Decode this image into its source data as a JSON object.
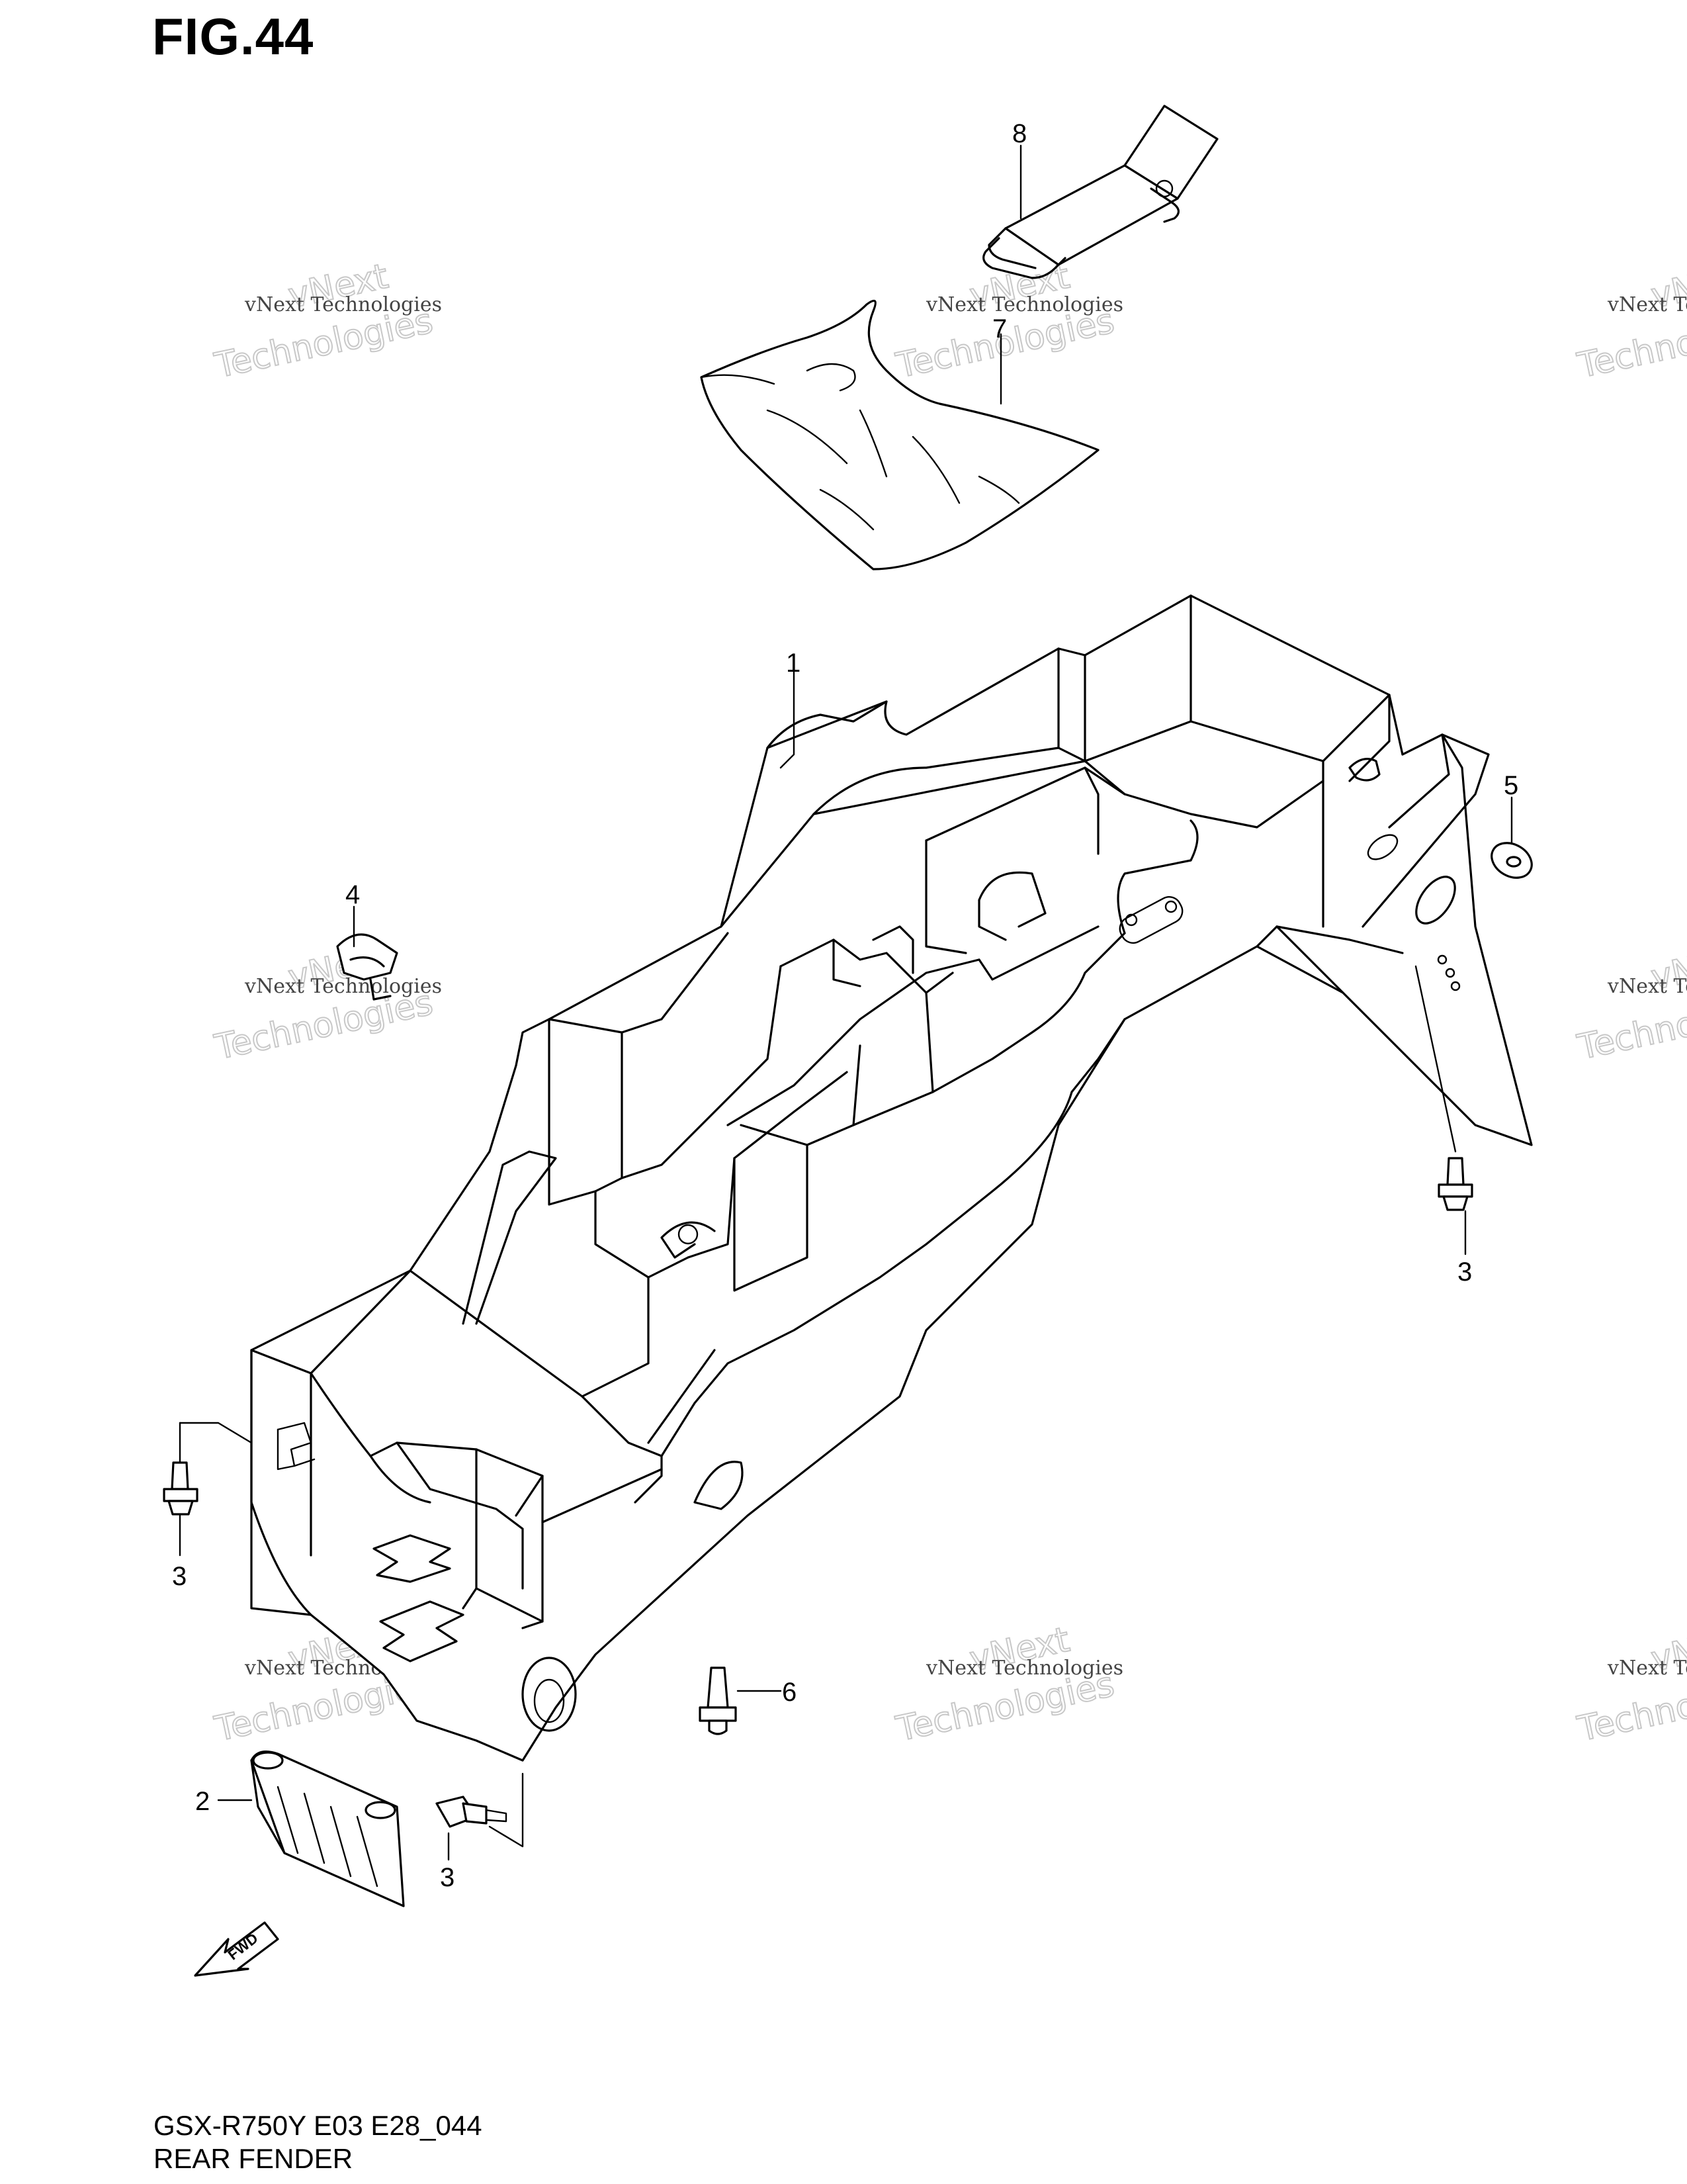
{
  "figure": {
    "title": "FIG.44"
  },
  "footer": {
    "model_code": "GSX-R750Y E03 E28_044",
    "section_name": "REAR FENDER"
  },
  "callouts": [
    {
      "id": "1",
      "label": "1",
      "part": "rear fender"
    },
    {
      "id": "2",
      "label": "2",
      "part": "reflector"
    },
    {
      "id": "3a",
      "label": "3",
      "part": "bolt"
    },
    {
      "id": "3b",
      "label": "3",
      "part": "bolt"
    },
    {
      "id": "3c",
      "label": "3",
      "part": "bolt"
    },
    {
      "id": "4",
      "label": "4",
      "part": "clamp"
    },
    {
      "id": "5",
      "label": "5",
      "part": "washer"
    },
    {
      "id": "6",
      "label": "6",
      "part": "rivet"
    },
    {
      "id": "7",
      "label": "7",
      "part": "bag"
    },
    {
      "id": "8",
      "label": "8",
      "part": "strap"
    }
  ],
  "watermark": {
    "line1": "vNext Technologies",
    "line2": "Technologies",
    "line3": "vNext"
  },
  "direction_marker": {
    "label": "FWD"
  }
}
